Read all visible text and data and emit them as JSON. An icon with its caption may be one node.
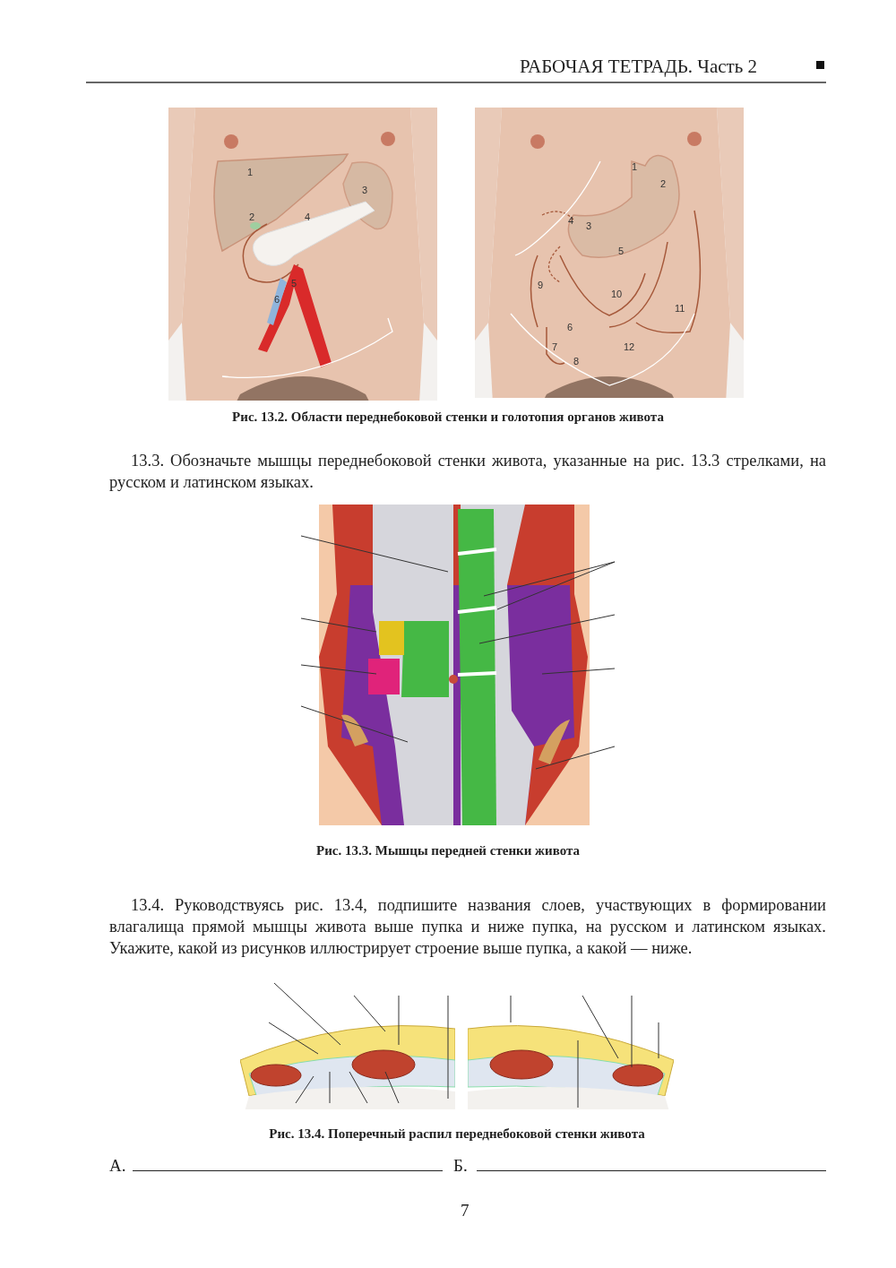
{
  "diagram": {
    "labels": [
      "РАБОЧАЯ ТЕТРАДЬ. Часть 2",
      "1",
      "2",
      "3",
      "4",
      "5",
      "6",
      "1",
      "2",
      "3",
      "4",
      "5",
      "6",
      "7",
      "8",
      "9",
      "10",
      "11",
      "12",
      "Рис. 13.2. Области переднебоковой стенки и голотопия органов живота",
      "13.3. Обозначьте мышцы переднебоковой стенки живота, указанные на рис. 13.3 стрелками, на русском и латинском языках.",
      "Рис. 13.3. Мышцы передней стенки живота",
      "13.4. Руководствуясь рис. 13.4, подпишите названия слоев, участвующих в формировании влагалища прямой мышцы живота выше пупка и ниже пупка, на русском и латинском языках. Укажите, какой из рисунков иллюстрирует строение выше пупка, а какой — ниже.",
      "Рис. 13.4. Поперечный распил переднебоковой стенки живота",
      "А.",
      "Б.",
      "7"
    ]
  }
}
